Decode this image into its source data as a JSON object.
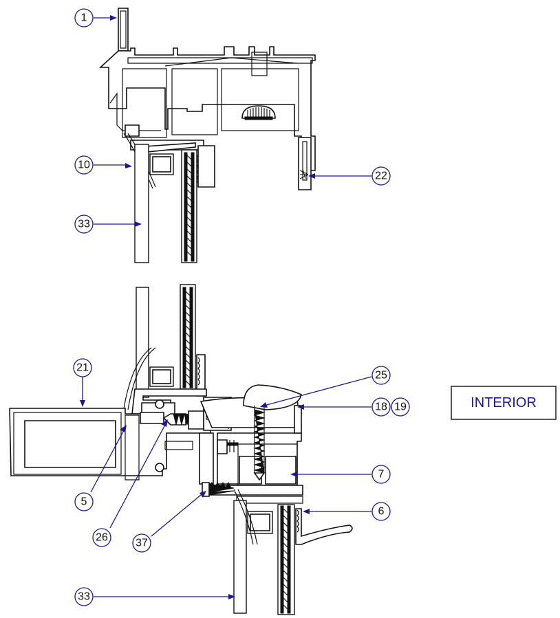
{
  "callouts": {
    "c1": "1",
    "c10": "10",
    "c22": "22",
    "c33_top": "33",
    "c21": "21",
    "c25": "25",
    "c18": "18",
    "c19": "19",
    "c7": "7",
    "c6": "6",
    "c5": "5",
    "c26": "26",
    "c37": "37",
    "c33_bottom": "33"
  },
  "room_label": "INTERIOR",
  "colors": {
    "line": "#111111",
    "leader": "#1a1a8c"
  }
}
